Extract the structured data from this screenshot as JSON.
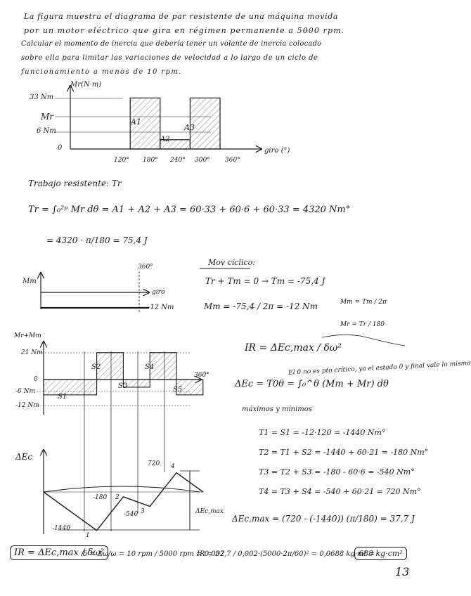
{
  "intro": [
    "La figura muestra el diagrama de par resistente de una máquina movida",
    "por un motor eléctrico que gira en régimen permanente a 5000 rpm.",
    "Calcular el momento de inercia que debería tener un volante de inercia colocado",
    "sobre ella para limitar las variaciones de velocidad a lo largo de un ciclo de",
    "funcionamiento a menos de 10 rpm."
  ],
  "chart1": {
    "ylabel": "Mr(N·m)",
    "xlabel": "giro (°)",
    "yticks": [
      "33 Nm",
      "Mr",
      "6 Nm",
      "0"
    ],
    "xticks": [
      "120°",
      "180°",
      "240°",
      "300°",
      "360°"
    ],
    "areas": [
      "A1",
      "A2",
      "A3"
    ]
  },
  "chart_data": [
    {
      "type": "bar",
      "title": "",
      "xlabel": "giro (°)",
      "ylabel": "Mr(N·m)",
      "x": [
        0,
        120,
        180,
        240,
        300,
        360
      ],
      "values": [
        0,
        33,
        6,
        33,
        0
      ],
      "segments": [
        [
          0,
          120,
          0
        ],
        [
          120,
          180,
          33
        ],
        [
          180,
          240,
          6
        ],
        [
          240,
          300,
          33
        ],
        [
          300,
          360,
          0
        ]
      ],
      "ylim": [
        0,
        33
      ]
    },
    {
      "type": "line",
      "title": "",
      "xlabel": "",
      "ylabel": "ΔEc",
      "x": [
        0,
        120,
        180,
        240,
        300,
        360
      ],
      "values": [
        0,
        -1440,
        -180,
        -540,
        720,
        0
      ]
    }
  ],
  "work": {
    "title": "Trabajo resistente: Tr",
    "line1": "Tr = ∫₀²ᵖ Mr dθ = A1 + A2 + A3 = 60·33 + 60·6 + 60·33 = 4320 Nm°",
    "line2": "= 4320 · π/180 = 75,4 J"
  },
  "chart2": {
    "ylabel": "Mm",
    "tick360": "360°",
    "arrow_label": "giro",
    "value": "-12 Nm"
  },
  "motor": {
    "heading": "Mov cíclico:",
    "eq1": "Tr + Tm = 0 → Tm = -75,4 J",
    "eq2": "Mm = -75,4 / 2π = -12 Nm",
    "side1": "Mm = Tm / 2π",
    "side2": "Mr = Tr / 180"
  },
  "chart3": {
    "ylabel": "Mr+Mm",
    "yticks": [
      "21 Nm",
      "0",
      "-6 Nm",
      "-12 Nm"
    ],
    "x360": "360°",
    "regions": [
      "S1",
      "S2",
      "S3",
      "S4",
      "S5"
    ]
  },
  "inertia": {
    "formula": "IR = ΔEc,max / δω²",
    "note": "El 0 no es pto crítico, ya el estado 0 y final vale lo mismo",
    "delta": "ΔEc = T0θ = ∫₀^θ (Mm + Mr) dθ",
    "extremes": "máximos y mínimos"
  },
  "steps": [
    "T1 = S1 = -12·120 = -1440 Nm°",
    "T2 = T1 + S2 = -1440 + 60·21 = -180 Nm°",
    "T3 = T2 + S3 = -180 - 60·6 = -540 Nm°",
    "T4 = T3 + S4 = -540 + 60·21 = 720 Nm°"
  ],
  "chart4": {
    "ylabel": "ΔEc",
    "labels": [
      "720",
      "4",
      "-180",
      "2",
      "-540",
      "3",
      "-1440",
      "1"
    ],
    "emax_label": "ΔEc,max"
  },
  "emax": "ΔEc,max = (720 - (-1440)) (π/180) = 37,7 J",
  "final": {
    "formula": "IR = ΔEc,max / δω²",
    "delta": "δ = Δω/ω = 10 rpm / 5000 rpm = 0,002",
    "result": "IR = 37,7 / 0,002·(5000·2π/60)² = 0,0688 kg·m² =",
    "boxed": "688 kg·cm²"
  },
  "page_number": "13"
}
